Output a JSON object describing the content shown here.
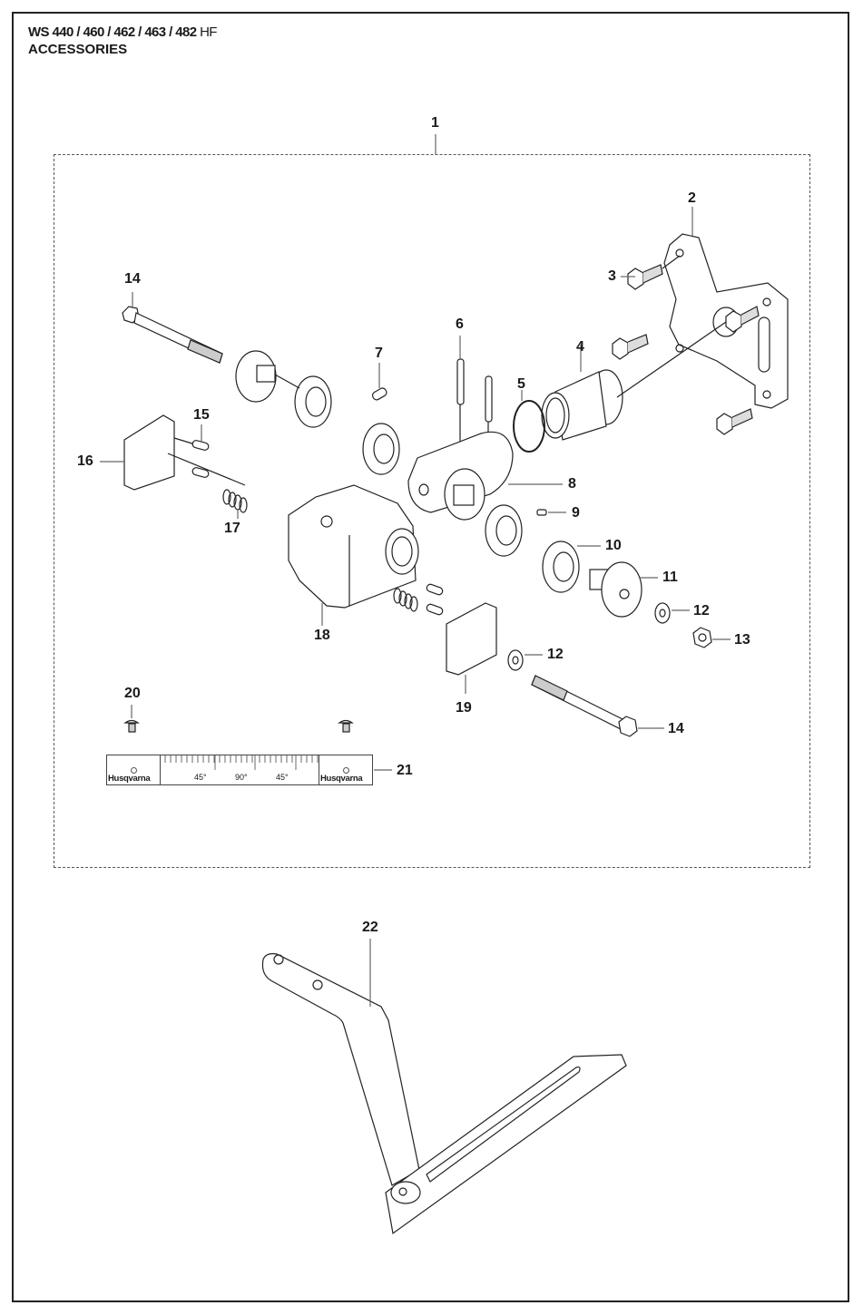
{
  "header": {
    "models": "WS 440 / 460 / 462 / 463 / 482",
    "models_suffix": "HF",
    "section": "ACCESSORIES"
  },
  "callouts": [
    {
      "id": "1",
      "label": "1"
    },
    {
      "id": "2",
      "label": "2"
    },
    {
      "id": "3",
      "label": "3"
    },
    {
      "id": "4",
      "label": "4"
    },
    {
      "id": "5",
      "label": "5"
    },
    {
      "id": "6",
      "label": "6"
    },
    {
      "id": "7",
      "label": "7"
    },
    {
      "id": "8",
      "label": "8"
    },
    {
      "id": "9",
      "label": "9"
    },
    {
      "id": "10",
      "label": "10"
    },
    {
      "id": "11",
      "label": "11"
    },
    {
      "id": "12a",
      "label": "12"
    },
    {
      "id": "12b",
      "label": "12"
    },
    {
      "id": "13",
      "label": "13"
    },
    {
      "id": "14a",
      "label": "14"
    },
    {
      "id": "14b",
      "label": "14"
    },
    {
      "id": "15",
      "label": "15"
    },
    {
      "id": "16",
      "label": "16"
    },
    {
      "id": "17",
      "label": "17"
    },
    {
      "id": "18",
      "label": "18"
    },
    {
      "id": "19",
      "label": "19"
    },
    {
      "id": "20",
      "label": "20"
    },
    {
      "id": "21",
      "label": "21"
    },
    {
      "id": "22",
      "label": "22"
    }
  ],
  "ruler": {
    "brand": "Husqvarna",
    "labels": [
      "45°",
      "90°",
      "45°"
    ]
  }
}
